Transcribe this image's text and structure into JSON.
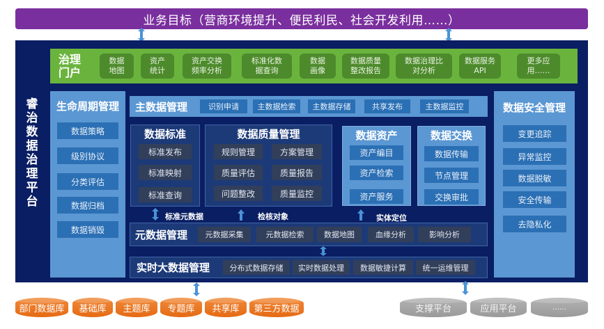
{
  "goal": {
    "text": "业务目标（营商环境提升、便民利民、社会开发利用……）",
    "color": "#7a2f9e"
  },
  "platform": {
    "title": "睿治数据治理平台",
    "title_chars": [
      "睿",
      "治",
      "数",
      "据",
      "治",
      "理",
      "平",
      "台"
    ],
    "bg_color": "#0a1e63"
  },
  "portal": {
    "title_line1": "治理",
    "title_line2": "门户",
    "color": "#6ab43e",
    "items": [
      {
        "line1": "数据",
        "line2": "地图"
      },
      {
        "line1": "资产",
        "line2": "统计"
      },
      {
        "line1": "资产交换",
        "line2": "频率分析"
      },
      {
        "line1": "标准化数",
        "line2": "据查询"
      },
      {
        "line1": "数据",
        "line2": "画像"
      },
      {
        "line1": "数据质量",
        "line2": "整改报告"
      },
      {
        "line1": "数据治理比",
        "line2": "对分析"
      },
      {
        "line1": "数据服务",
        "line2": "API"
      },
      {
        "line1": "更多应",
        "line2": "用……"
      }
    ]
  },
  "lifecycle": {
    "title": "生命周期管理",
    "items": [
      "数据策略",
      "级别协议",
      "分类评估",
      "数据归档",
      "数据销毁"
    ]
  },
  "security": {
    "title": "数据安全管理",
    "items": [
      "变更追踪",
      "异常监控",
      "数据脱敏",
      "安全传输",
      "去隐私化"
    ]
  },
  "master_data": {
    "title": "主数据管理",
    "items": [
      "识别申请",
      "主数据检索",
      "主数据存储",
      "共享发布",
      "主数据监控"
    ]
  },
  "data_standard": {
    "title": "数据标准",
    "items": [
      "标准发布",
      "标准映射",
      "标准查询"
    ]
  },
  "data_quality": {
    "title": "数据质量管理",
    "items": [
      "规则管理",
      "方案管理",
      "质量评估",
      "质量报告",
      "问题整改",
      "质量监控"
    ]
  },
  "data_assets": {
    "title": "数据资产",
    "items": [
      "资产编目",
      "资产检索",
      "资产服务"
    ]
  },
  "data_exchange": {
    "title": "数据交换",
    "items": [
      "数据传输",
      "节点管理",
      "交换审批"
    ]
  },
  "links": {
    "standard_meta": "标准元数据",
    "check_object": "检核对象",
    "entity_locate": "实体定位"
  },
  "metadata": {
    "title": "元数据管理",
    "items": [
      "元数据采集",
      "元数据检索",
      "数据地图",
      "血缘分析",
      "影响分析"
    ]
  },
  "realtime": {
    "title": "实时大数据管理",
    "items": [
      "分布式数据存储",
      "实时数据处理",
      "数据敏捷计算",
      "统一运维管理"
    ]
  },
  "sources": {
    "orange": [
      "部门数据库",
      "基础库",
      "主题库",
      "专题库",
      "共享库",
      "第三方数据"
    ],
    "gray": [
      "支撑平台",
      "应用平台",
      "……"
    ],
    "orange_color": "#e9731e",
    "gray_color": "#a6a6a6"
  }
}
